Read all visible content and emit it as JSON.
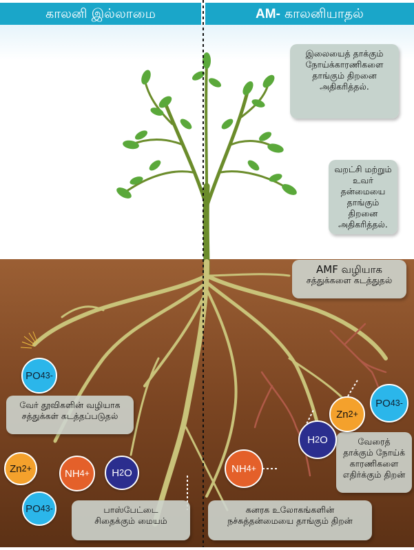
{
  "header": {
    "left_title": "காலனி இல்லாமை",
    "right_prefix": "AM-",
    "right_title": "காலனியாதல்"
  },
  "labels": {
    "leaf_disease": [
      "இலையைத் தாக்கும்",
      "நோய்க்காரணிகளை",
      "தாங்கும் திறனை",
      "அதிகரித்தல்."
    ],
    "drought": [
      "வறட்சி மற்றும்",
      "உவர் தன்மையை",
      "தாங்கும் திறனை",
      "அதிகரித்தல்."
    ],
    "amf_transport": [
      "AMF வழியாக",
      "சத்துக்களை கடத்துதல்"
    ],
    "root_hair": [
      "வேர் தூவிகளின் வழியாக",
      "சத்துக்கள் கடத்தப்படுதல்"
    ],
    "root_disease": [
      "வேரைத்",
      "தாக்கும் நோய்க்",
      "காரணிகளை",
      "எதிர்க்கும் திறன்"
    ],
    "phosphate_zone": [
      "பாஸ்பேட்டை",
      "சிதைக்கும் மையம்"
    ],
    "heavy_metal": [
      "கனரக உலோகங்களின்",
      "நச்சுத்தன்மையை தாங்கும் திறன்"
    ]
  },
  "ions": {
    "po4": {
      "base": "PO",
      "sub": "4",
      "sup": "3-"
    },
    "zn": {
      "base": "Zn",
      "sup": "2+"
    },
    "nh4": {
      "base": "NH",
      "sub": "4",
      "sup": "+"
    },
    "h2o": {
      "base": "H",
      "sub": "2",
      "tail": "O"
    }
  },
  "colors": {
    "header": "#1aa6c9",
    "soil_top": "#9b5f34",
    "soil_bottom": "#5c3115",
    "root": "#c9c37a",
    "hyphae": "#b05a48",
    "leaf": "#5aa83a"
  }
}
